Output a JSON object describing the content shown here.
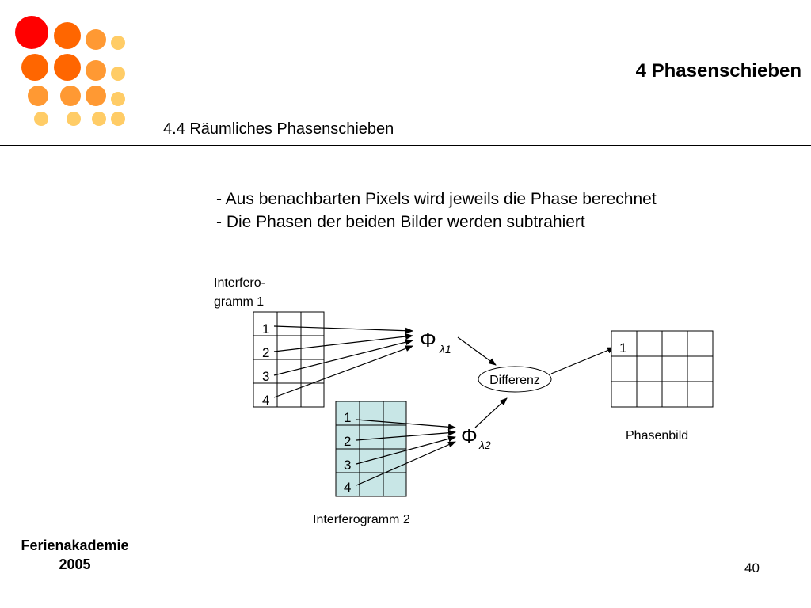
{
  "header": {
    "title": "4 Phasenschieben",
    "subtitle": "4.4 Räumliches Phasenschieben"
  },
  "bullets": [
    "- Aus benachbarten Pixels wird jeweils die Phase berechnet",
    "- Die Phasen der beiden Bilder werden subtrahiert"
  ],
  "diagram": {
    "interferogram1_label_line1": "Interfero-",
    "interferogram1_label_line2": "gramm 1",
    "interferogram1_rows": [
      "1",
      "2",
      "3",
      "4"
    ],
    "interferogram2_label": "Interferogramm 2",
    "interferogram2_rows": [
      "1",
      "2",
      "3",
      "4"
    ],
    "interferogram2_fill": "#c8e6e6",
    "phase1_symbol": "Φ",
    "phase1_subscript": "λ1",
    "phase2_symbol": "Φ",
    "phase2_subscript": "λ2",
    "difference_label": "Differenz",
    "phase_image_cell": "1",
    "phase_image_label": "Phasenbild"
  },
  "footer": {
    "line1": "Ferienakademie",
    "line2": "2005"
  },
  "page_number": "40",
  "colors": {
    "dot_red": "#ff0000",
    "dot_orange": "#ff6600",
    "dot_light_orange": "#ff9933",
    "dot_yellow": "#ffcc66"
  }
}
